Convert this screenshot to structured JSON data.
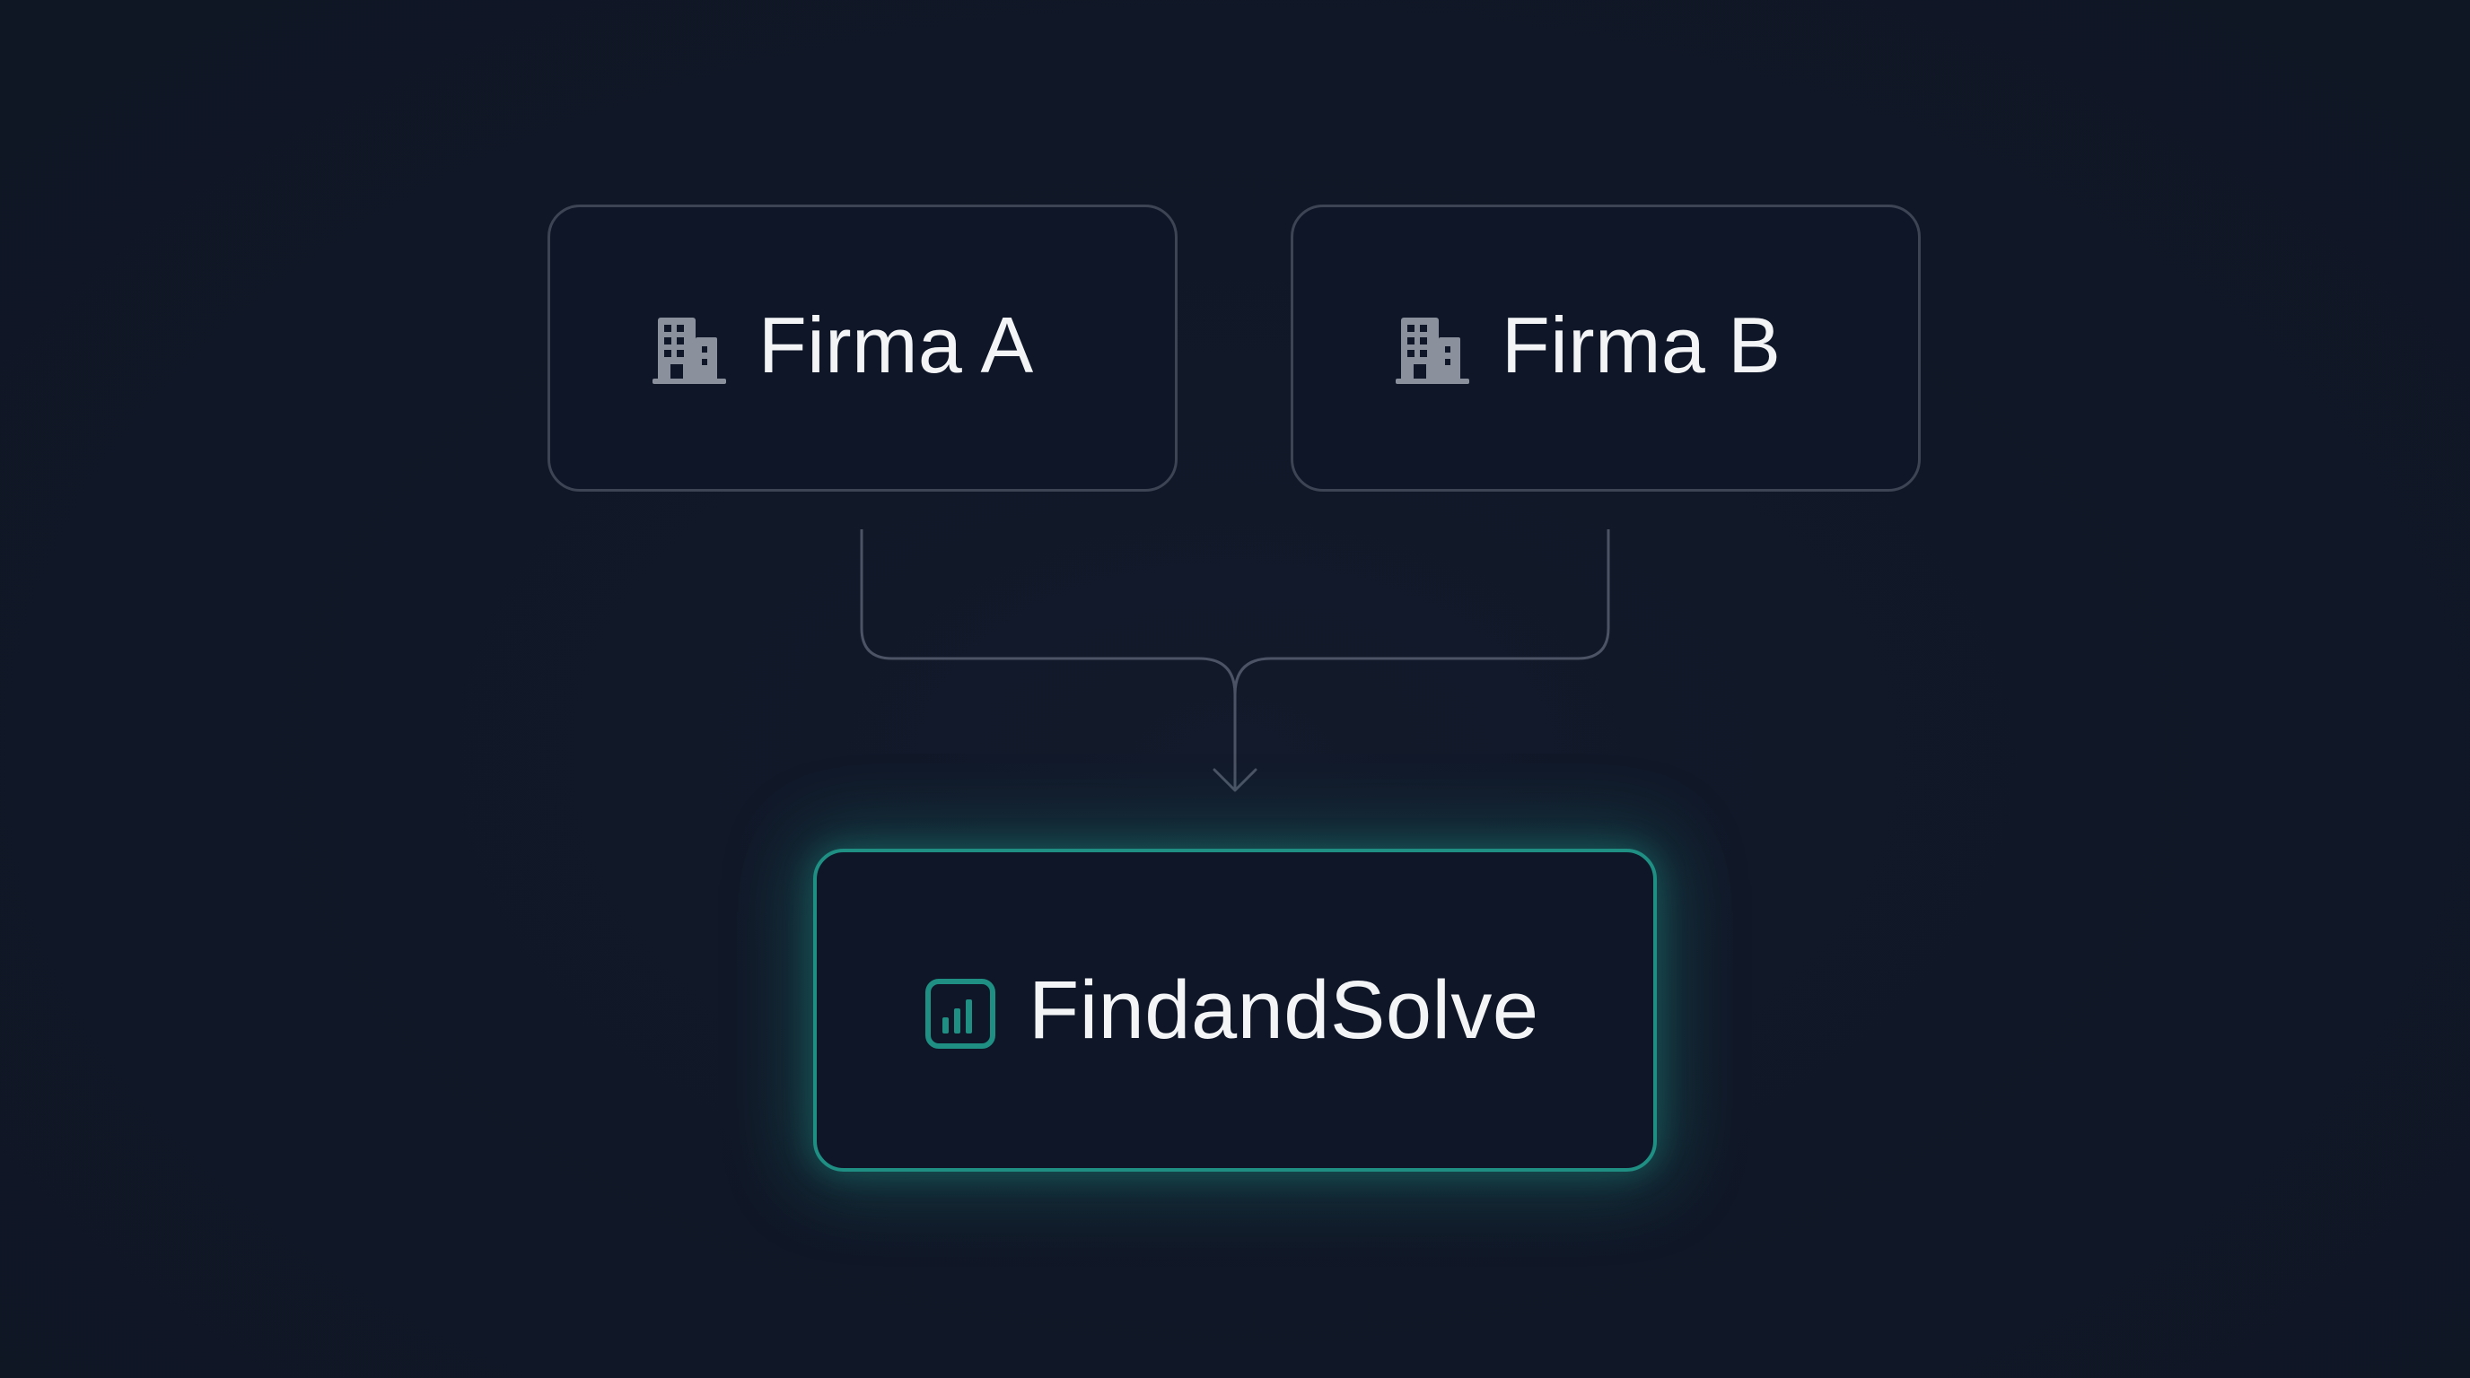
{
  "diagram": {
    "nodes": [
      {
        "id": "firma-a",
        "label": "Firma A",
        "icon": "building-icon"
      },
      {
        "id": "firma-b",
        "label": "Firma B",
        "icon": "building-icon"
      },
      {
        "id": "findandsolve",
        "label": "FindandSolve",
        "icon": "bar-chart-icon"
      }
    ],
    "edges": [
      {
        "from": "firma-a",
        "to": "findandsolve"
      },
      {
        "from": "firma-b",
        "to": "findandsolve"
      }
    ],
    "colors": {
      "background": "#111828",
      "node_border": "#3d4555",
      "connector": "#4b5364",
      "icon_gray": "#8a909c",
      "accent": "#1f8f84",
      "text": "#f3f4f6"
    }
  }
}
